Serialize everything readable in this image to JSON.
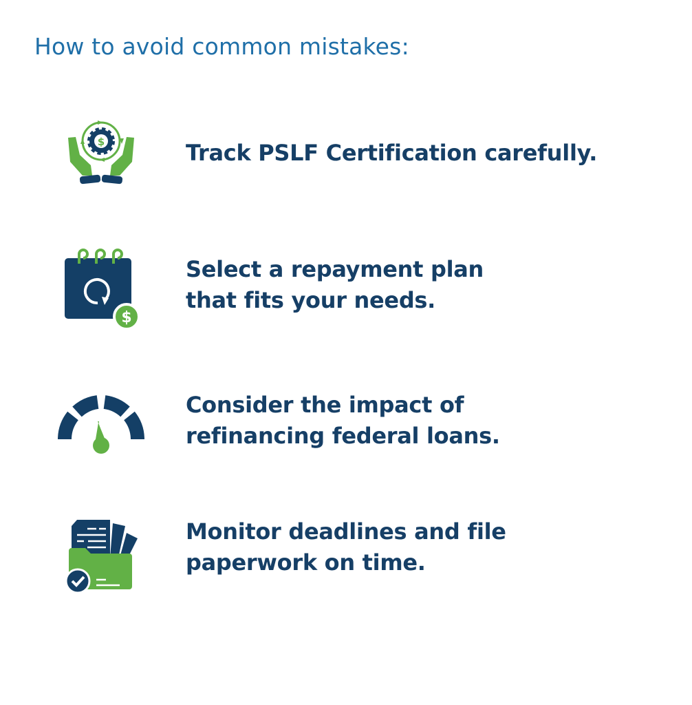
{
  "title": "How to avoid common mistakes:",
  "colors": {
    "navy": "#143f66",
    "green": "#62b146",
    "title_blue": "#1f6fa8"
  },
  "items": [
    {
      "icon": "hands-gear-dollar-icon",
      "lines": [
        "Track PSLF Certification carefully."
      ]
    },
    {
      "icon": "calendar-repayment-icon",
      "lines": [
        "Select a repayment plan",
        "that fits your needs."
      ]
    },
    {
      "icon": "gauge-icon",
      "lines": [
        "Consider the impact of",
        "refinancing federal loans."
      ]
    },
    {
      "icon": "folder-documents-check-icon",
      "lines": [
        "Monitor deadlines and file",
        "paperwork on time."
      ]
    }
  ]
}
